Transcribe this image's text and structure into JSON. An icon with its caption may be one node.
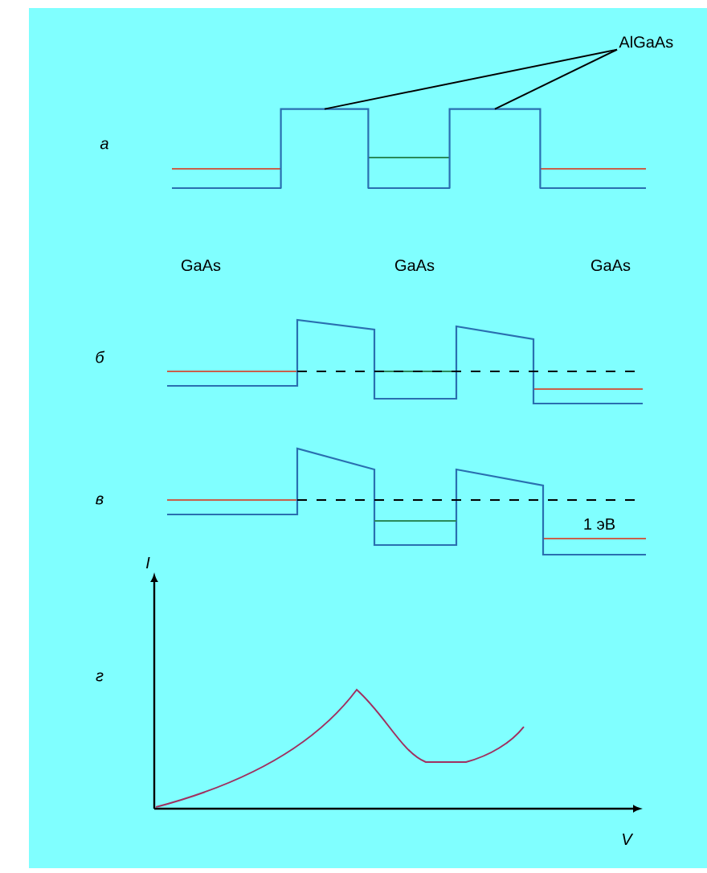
{
  "diagram": {
    "nodes": [
      {
        "text": [
          "AlGaAs"
        ]
      },
      {
        "text": [],
        "shape": "box"
      },
      {
        "text": [],
        "shape": "box"
      }
    ],
    "edges": [
      {
        "from": 0,
        "to": 1,
        "arrow": "none"
      },
      {
        "from": 0,
        "to": 2,
        "arrow": "none"
      }
    ],
    "labels": [
      "а",
      "GaAs",
      "GaAs",
      "GaAs",
      "б",
      "в",
      "1 эВ",
      "I",
      "г",
      "V"
    ]
  }
}
